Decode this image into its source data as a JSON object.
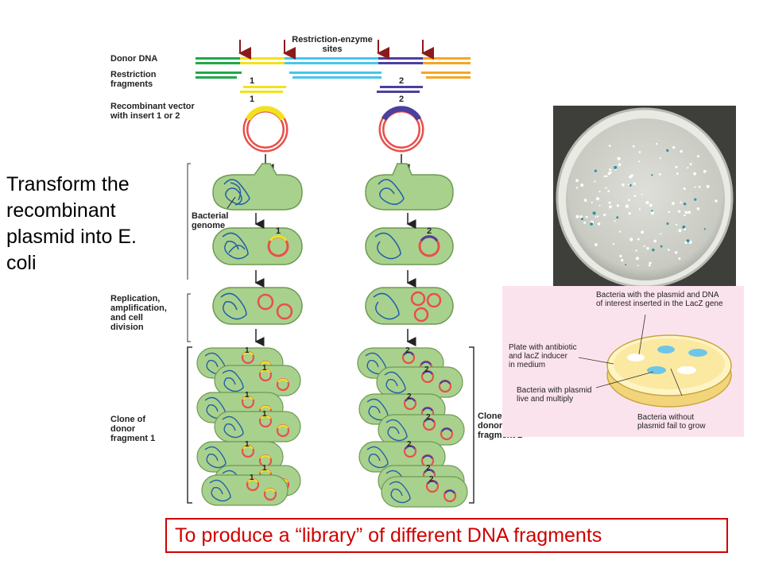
{
  "figure": {
    "labels": {
      "donor_dna": "Donor DNA",
      "restriction_fragments": [
        "Restriction",
        "fragments"
      ],
      "recombinant_vector": [
        "Recombinant vector",
        "with insert 1 or 2"
      ],
      "restriction_enzyme_sites": [
        "Restriction-enzyme",
        "sites"
      ],
      "bacterial_genome": [
        "Bacterial",
        "genome"
      ],
      "replication": [
        "Replication,",
        "amplification,",
        "and cell",
        "division"
      ],
      "clone1": [
        "Clone of",
        "donor",
        "fragment 1"
      ],
      "clone2": [
        "Clone of",
        "donor",
        "fragment 2"
      ],
      "insert_1": "1",
      "insert_2": "2"
    },
    "colors": {
      "green_segment": "#22a84a",
      "yellow_segment": "#f2e21e",
      "cyan_segment": "#48c6ea",
      "purple_segment": "#4b3fa0",
      "orange_segment": "#f6a623",
      "arrow_red": "#8b1a1a",
      "cell_fill": "#a9d18e",
      "cell_stroke": "#6e9a53",
      "genome_blue": "#1f5fa8",
      "plasmid_red": "#e8504a"
    }
  },
  "side_text": [
    "Transform the",
    "recombinant",
    "plasmid into E.",
    "coli"
  ],
  "plate_panel": {
    "labels": {
      "top": [
        "Bacteria with the plasmid and DNA",
        "of interest inserted in the LacZ gene"
      ],
      "left": [
        "Plate with antibiotic",
        "and lacZ inducer",
        "in medium"
      ],
      "middle": [
        "Bacteria with plasmid",
        "live and multiply"
      ],
      "bottom": [
        "Bacteria without",
        "plasmid fail to grow"
      ]
    }
  },
  "banner": "To produce a “library” of different DNA fragments"
}
